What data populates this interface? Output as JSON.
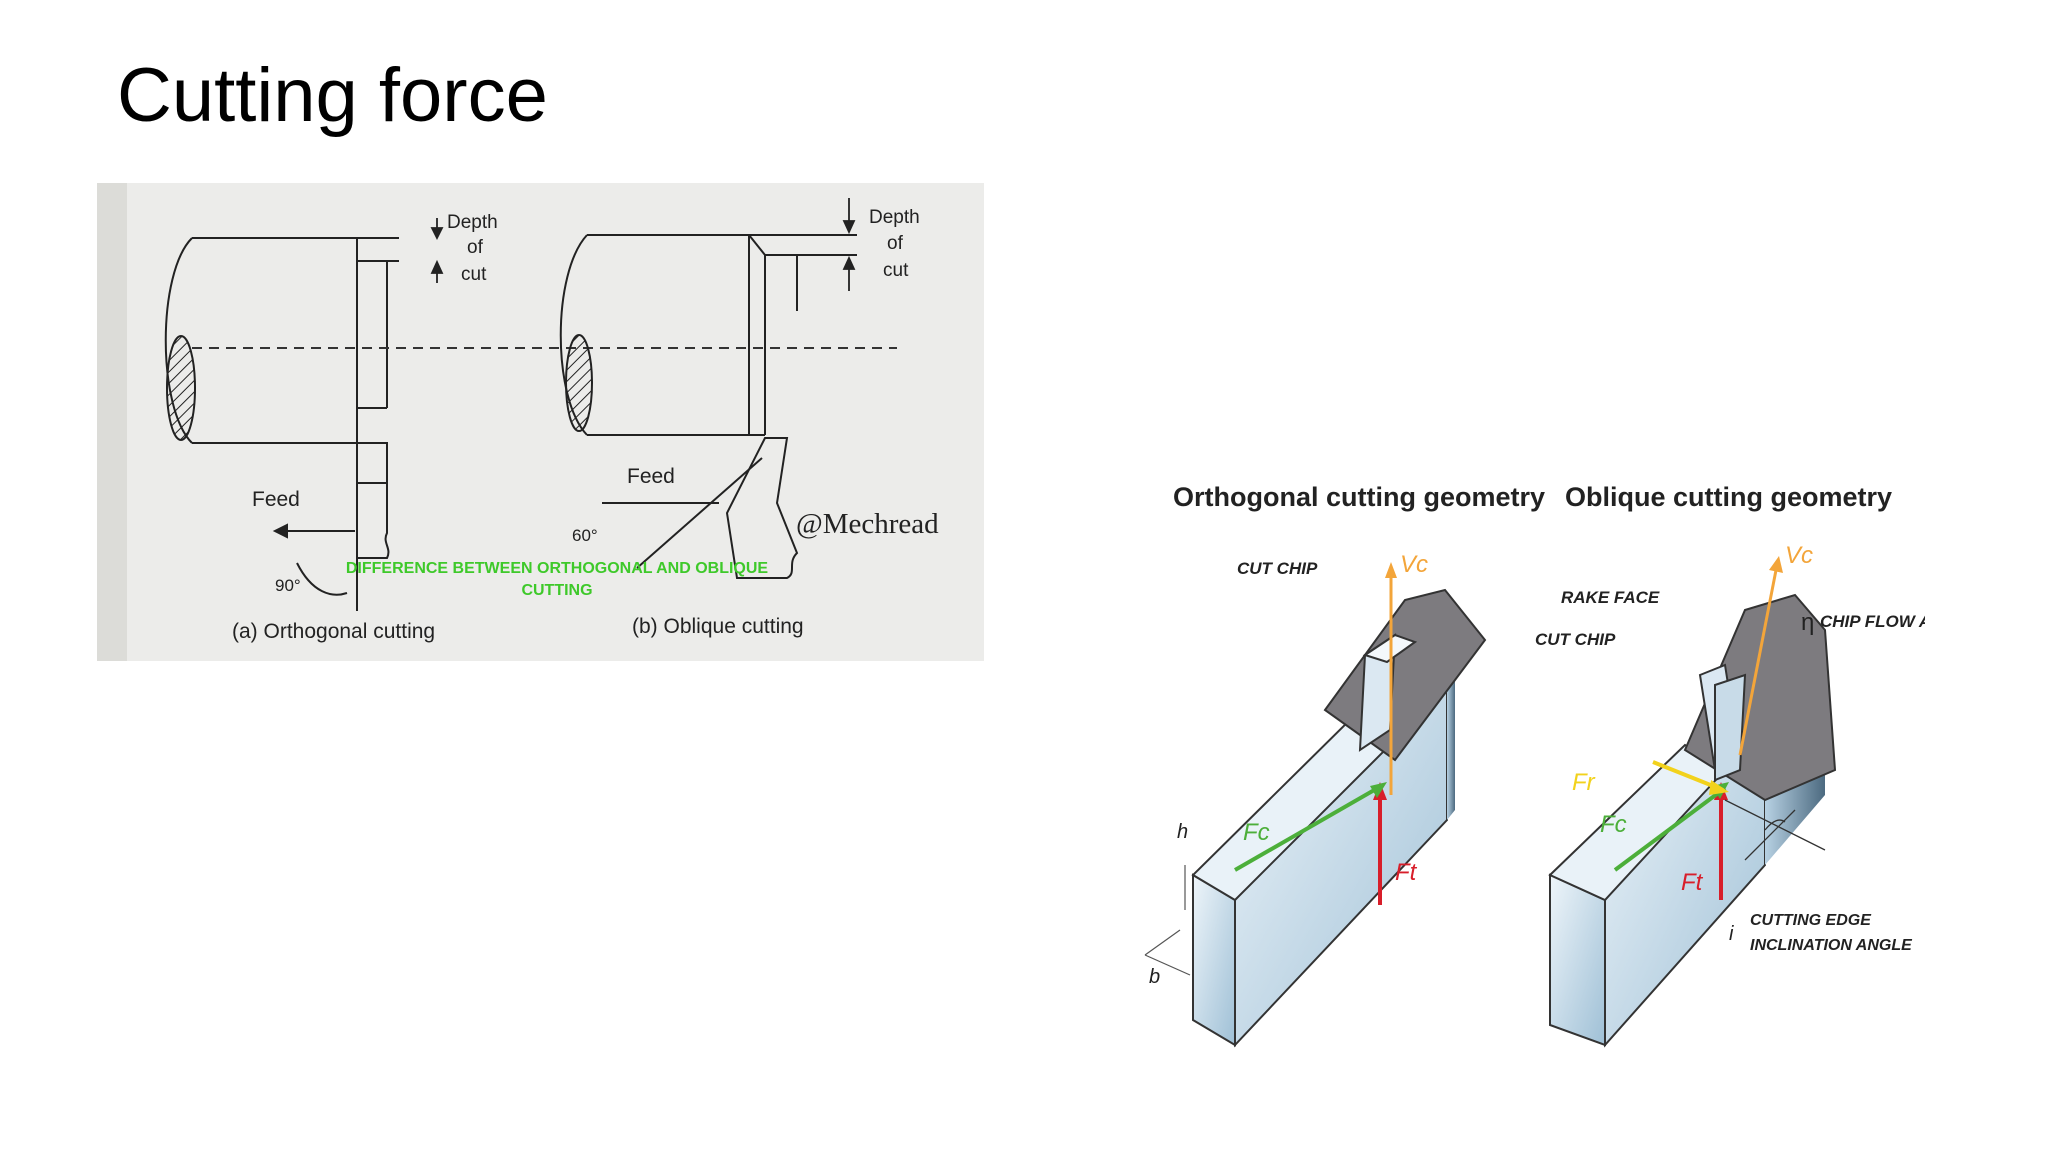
{
  "slide": {
    "title": "Cutting force"
  },
  "left_figure": {
    "depth_label": [
      "Depth",
      "of",
      "cut"
    ],
    "feed_label": "Feed",
    "angle_90": "90°",
    "angle_60": "60°",
    "watermark": "@Mechread",
    "overlay_line1": "DIFFERENCE BETWEEN ORTHOGONAL AND OBLIQUE",
    "overlay_line2": "CUTTING",
    "caption_a": "(a) Orthogonal cutting",
    "caption_b": "(b) Oblique cutting",
    "overlay_color": "#3ec92a"
  },
  "right_figure": {
    "orthogonal_title": "Orthogonal cutting geometry",
    "oblique_title": "Oblique cutting geometry",
    "cut_chip": "CUT CHIP",
    "rake_face": "RAKE FACE",
    "chip_flow_angle": "CHIP FLOW ANGLE",
    "eta": "η",
    "cutting_edge_line1": "CUTTING EDGE",
    "cutting_edge_line2": "INCLINATION ANGLE",
    "i": "i",
    "h": "h",
    "b": "b",
    "vc": "Vc",
    "ft": "Ft",
    "fc": "Fc",
    "fr": "Fr",
    "colors": {
      "vc": "#f3a53a",
      "ft": "#d81e2a",
      "fc": "#4caf3a",
      "fr": "#f2d21c",
      "tool": "#7d7b7f",
      "work": "#cfe2ee"
    }
  }
}
